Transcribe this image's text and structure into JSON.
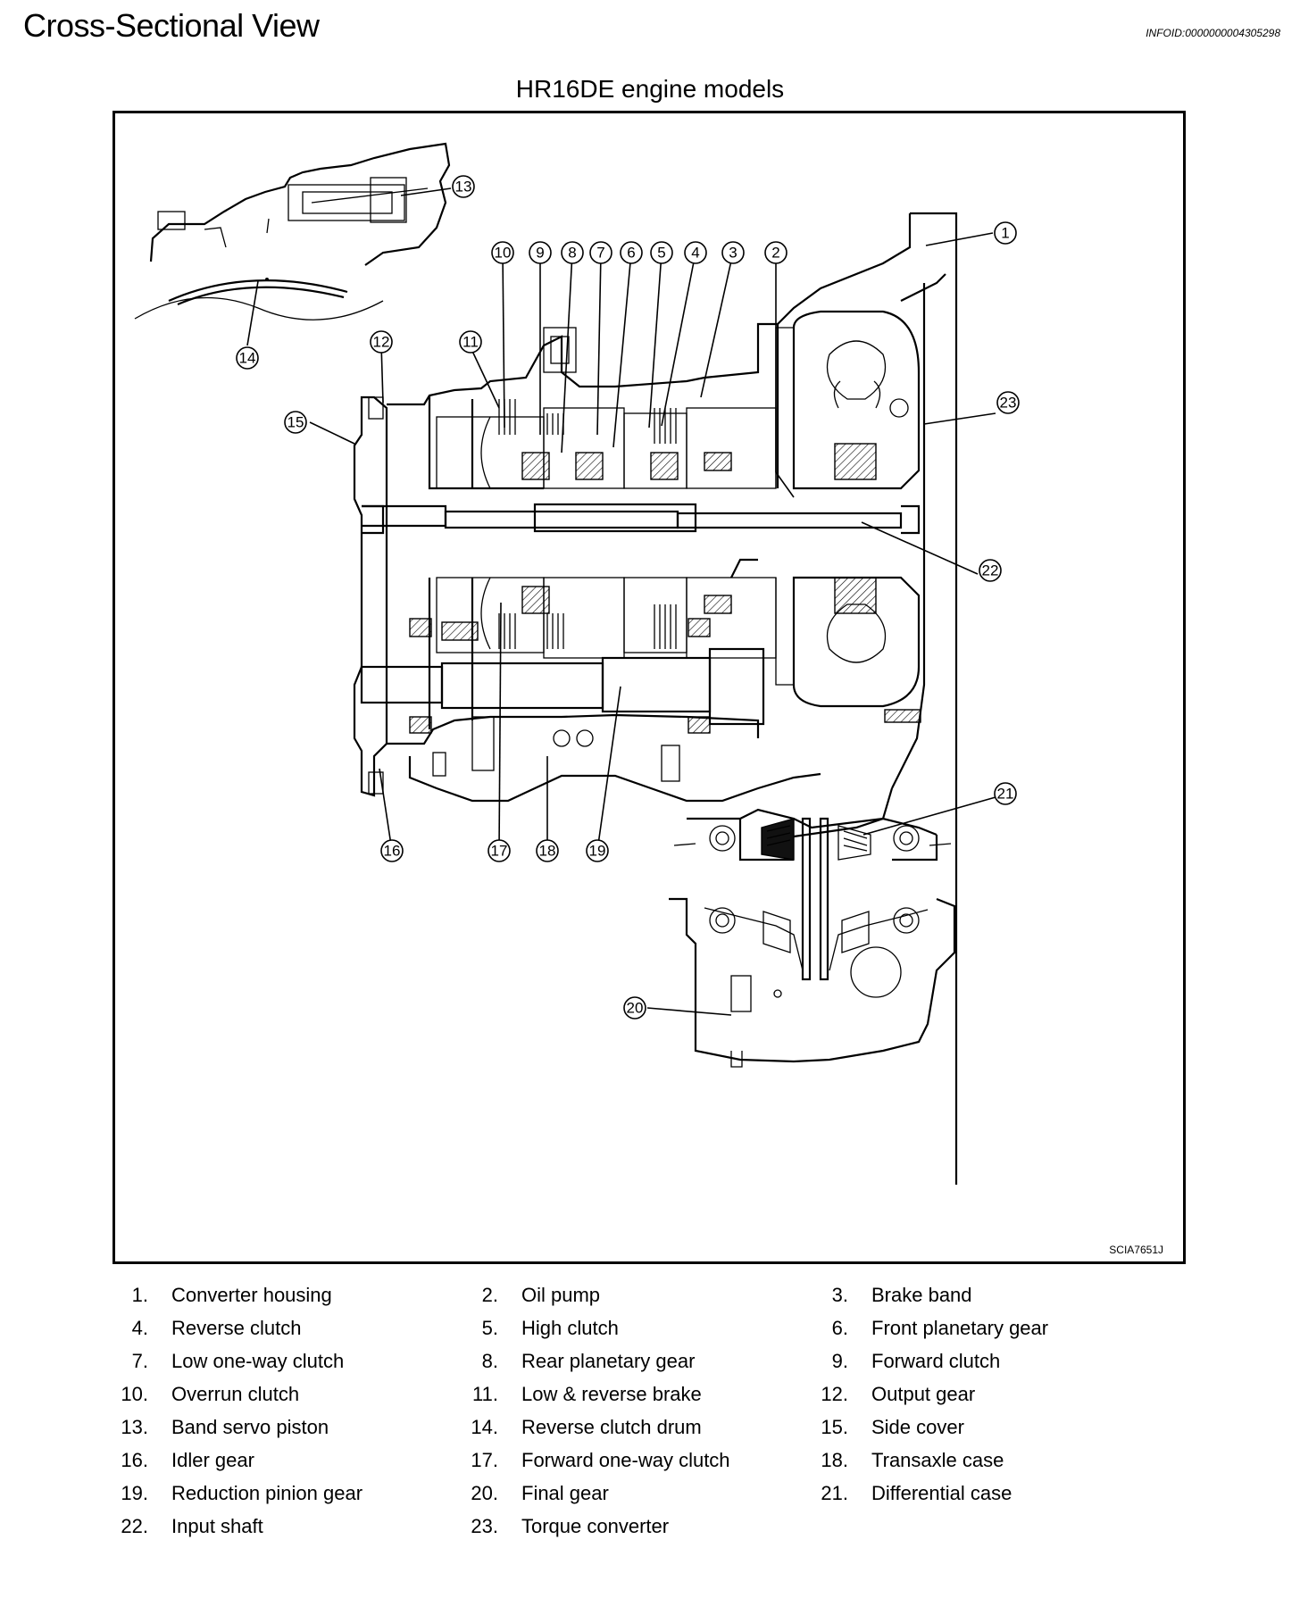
{
  "header": {
    "title": "Cross-Sectional View",
    "info_id": "INFOID:0000000004305298"
  },
  "figure": {
    "subtitle": "HR16DE engine models",
    "code": "SCIA7651J"
  },
  "callouts": [
    "1",
    "2",
    "3",
    "4",
    "5",
    "6",
    "7",
    "8",
    "9",
    "10",
    "11",
    "12",
    "13",
    "14",
    "15",
    "16",
    "17",
    "18",
    "19",
    "20",
    "21",
    "22",
    "23"
  ],
  "legend": [
    {
      "num": "1.",
      "label": "Converter housing"
    },
    {
      "num": "2.",
      "label": "Oil pump"
    },
    {
      "num": "3.",
      "label": "Brake band"
    },
    {
      "num": "4.",
      "label": "Reverse clutch"
    },
    {
      "num": "5.",
      "label": "High clutch"
    },
    {
      "num": "6.",
      "label": "Front planetary gear"
    },
    {
      "num": "7.",
      "label": "Low one-way clutch"
    },
    {
      "num": "8.",
      "label": "Rear planetary gear"
    },
    {
      "num": "9.",
      "label": "Forward clutch"
    },
    {
      "num": "10.",
      "label": "Overrun clutch"
    },
    {
      "num": "11.",
      "label": "Low & reverse brake"
    },
    {
      "num": "12.",
      "label": "Output gear"
    },
    {
      "num": "13.",
      "label": "Band servo piston"
    },
    {
      "num": "14.",
      "label": "Reverse clutch drum"
    },
    {
      "num": "15.",
      "label": "Side cover"
    },
    {
      "num": "16.",
      "label": "Idler gear"
    },
    {
      "num": "17.",
      "label": "Forward one-way clutch"
    },
    {
      "num": "18.",
      "label": "Transaxle case"
    },
    {
      "num": "19.",
      "label": "Reduction pinion gear"
    },
    {
      "num": "20.",
      "label": "Final gear"
    },
    {
      "num": "21.",
      "label": "Differential case"
    },
    {
      "num": "22.",
      "label": "Input shaft"
    },
    {
      "num": "23.",
      "label": "Torque converter"
    }
  ]
}
